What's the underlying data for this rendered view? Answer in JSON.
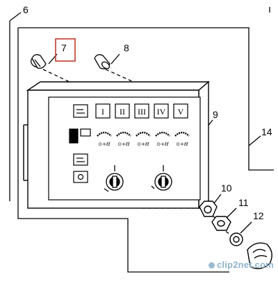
{
  "labels": {
    "n6": "6",
    "n7": "7",
    "n8": "8",
    "n9": "9",
    "n10": "10",
    "n11": "11",
    "n12": "12",
    "n14": "14"
  },
  "panel": {
    "gear_buttons": [
      "I",
      "II",
      "III",
      "IV",
      "V"
    ],
    "gauge_captions": [
      "⊙+ℓℓ",
      "⊙+ℓℓ",
      "⊙+ℓℓ",
      "⊙+ℓℓ",
      "⊙+ℓℓ"
    ]
  },
  "watermark": "clip2net.com",
  "colors": {
    "ink": "#000000",
    "callout_border": "#c0392b"
  }
}
